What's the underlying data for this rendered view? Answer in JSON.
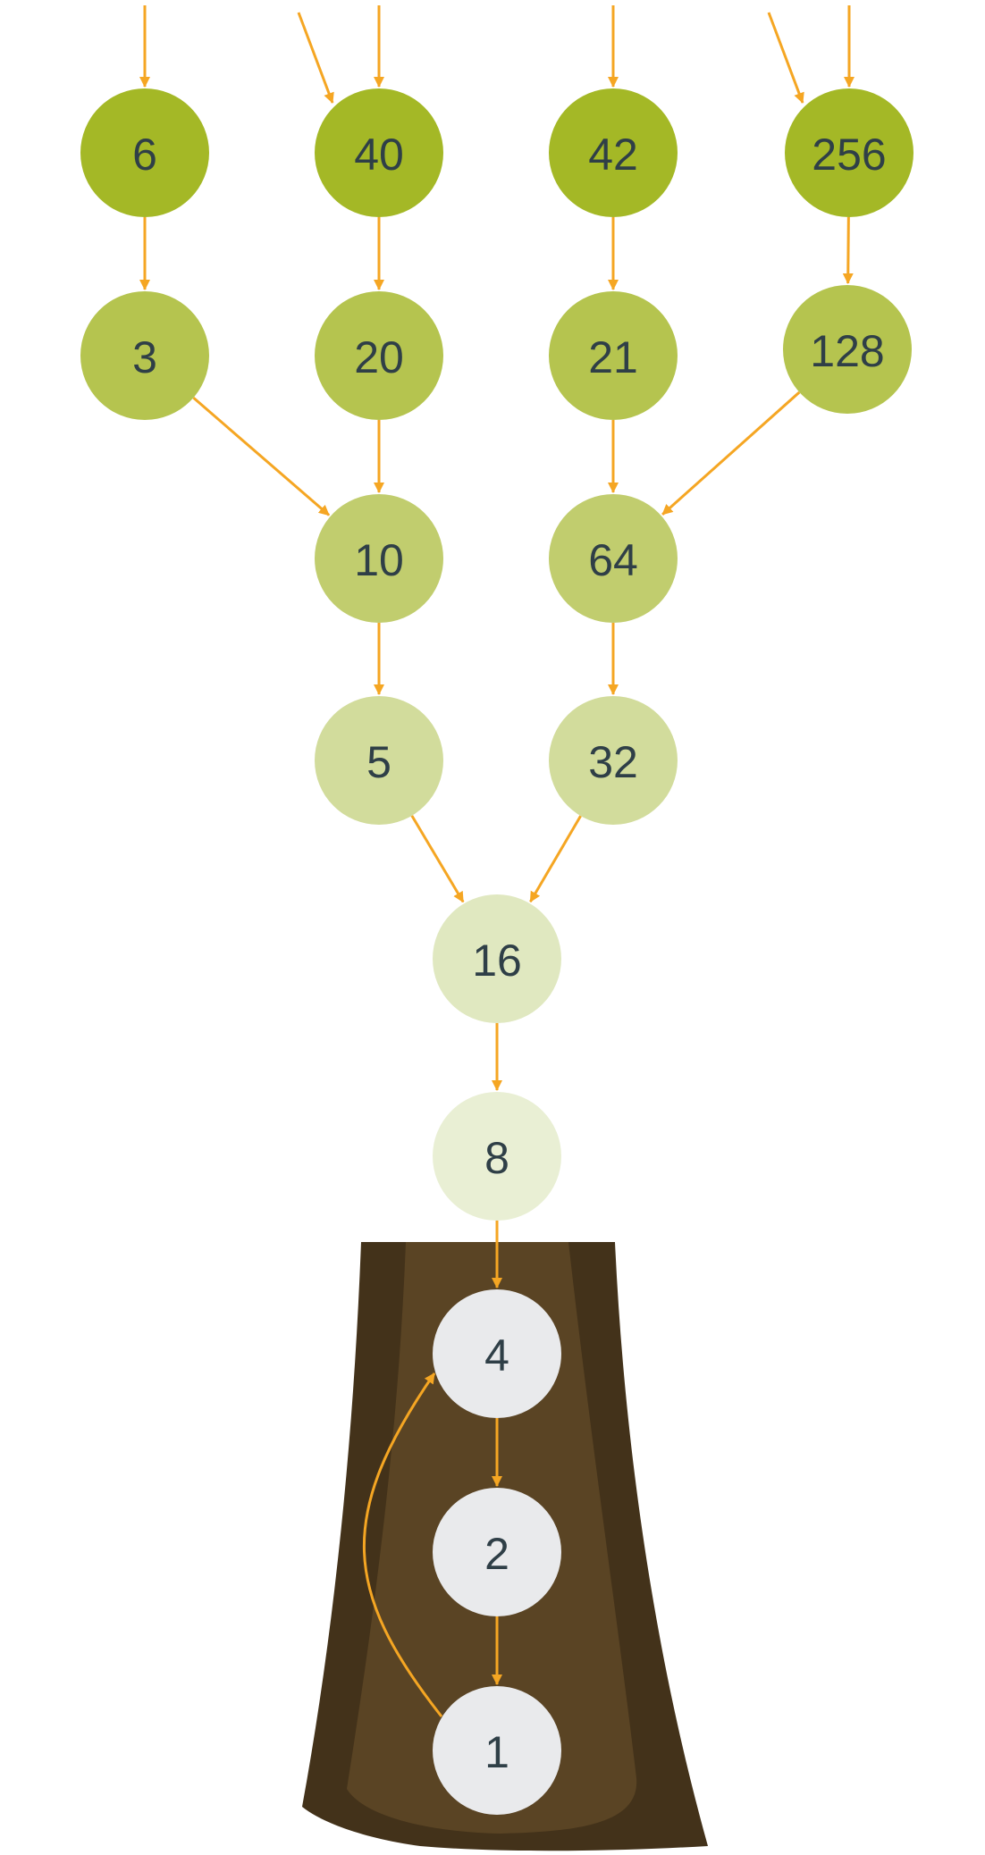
{
  "diagram": {
    "edge_color": "#f5a623",
    "label_color": "#2f3f47",
    "trunk_dark": "#43321a",
    "trunk_light": "#5a4424",
    "nodes": [
      {
        "id": "n6",
        "label": "6",
        "fill": "#a4b826"
      },
      {
        "id": "n40",
        "label": "40",
        "fill": "#a4b826"
      },
      {
        "id": "n42",
        "label": "42",
        "fill": "#a4b826"
      },
      {
        "id": "n256",
        "label": "256",
        "fill": "#a4b826"
      },
      {
        "id": "n3",
        "label": "3",
        "fill": "#b5c44f"
      },
      {
        "id": "n20",
        "label": "20",
        "fill": "#b5c44f"
      },
      {
        "id": "n21",
        "label": "21",
        "fill": "#b5c44f"
      },
      {
        "id": "n128",
        "label": "128",
        "fill": "#b5c44f"
      },
      {
        "id": "n10",
        "label": "10",
        "fill": "#c1cd6e"
      },
      {
        "id": "n64",
        "label": "64",
        "fill": "#c1cd6e"
      },
      {
        "id": "n5",
        "label": "5",
        "fill": "#d2dc9c"
      },
      {
        "id": "n32",
        "label": "32",
        "fill": "#d2dc9c"
      },
      {
        "id": "n16",
        "label": "16",
        "fill": "#e0e8c0"
      },
      {
        "id": "n8",
        "label": "8",
        "fill": "#e9efd4"
      },
      {
        "id": "n4",
        "label": "4",
        "fill": "#e9eaec"
      },
      {
        "id": "n2",
        "label": "2",
        "fill": "#e9eaec"
      },
      {
        "id": "n1",
        "label": "1",
        "fill": "#e9eaec"
      }
    ],
    "edges": [
      {
        "from": "n6",
        "to": "n3"
      },
      {
        "from": "n40",
        "to": "n20"
      },
      {
        "from": "n42",
        "to": "n21"
      },
      {
        "from": "n256",
        "to": "n128"
      },
      {
        "from": "n3",
        "to": "n10"
      },
      {
        "from": "n20",
        "to": "n10"
      },
      {
        "from": "n21",
        "to": "n64"
      },
      {
        "from": "n128",
        "to": "n64"
      },
      {
        "from": "n10",
        "to": "n5"
      },
      {
        "from": "n64",
        "to": "n32"
      },
      {
        "from": "n5",
        "to": "n16"
      },
      {
        "from": "n32",
        "to": "n16"
      },
      {
        "from": "n16",
        "to": "n8"
      },
      {
        "from": "n8",
        "to": "n4"
      },
      {
        "from": "n4",
        "to": "n2"
      },
      {
        "from": "n2",
        "to": "n1"
      },
      {
        "from": "n1",
        "to": "n4",
        "curved": true
      }
    ],
    "incoming_edges": [
      {
        "to": "n6"
      },
      {
        "to": "n40"
      },
      {
        "to": "n40",
        "slanted": true
      },
      {
        "to": "n42"
      },
      {
        "to": "n256"
      },
      {
        "to": "n256",
        "slanted": true
      }
    ]
  }
}
